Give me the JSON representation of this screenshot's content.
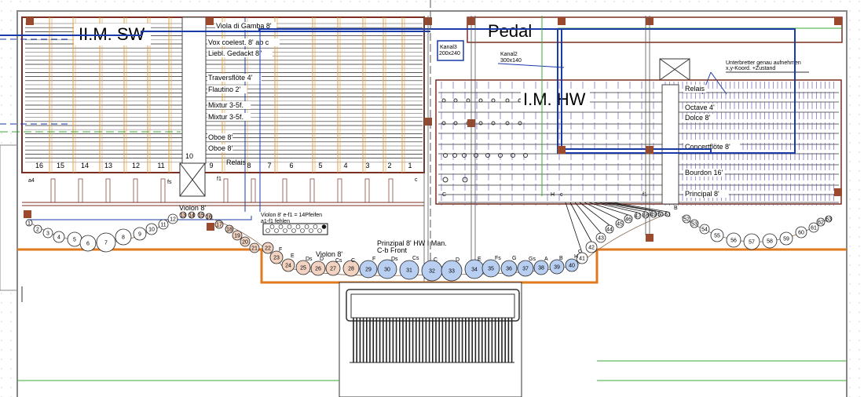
{
  "titles": {
    "swell": "II.M. SW",
    "great": "I.M. HW",
    "pedal": "Pedal"
  },
  "swell_stops": [
    "Viola di Gamba 8'",
    "Vox coelest. 8' ab c",
    "Liebl. Gedackt 8''",
    "Traversflöte 4'",
    "Flautino 2'",
    "Mixtur 3-5f.",
    "Mixtur 3-5f.",
    "Oboe 8'",
    "Oboe 8'"
  ],
  "swell_relais": "Relais",
  "swell_channels": [
    "16",
    "15",
    "14",
    "13",
    "12",
    "11",
    "10",
    "9",
    "8",
    "7",
    "6",
    "5",
    "4",
    "3",
    "2",
    "1"
  ],
  "swell_notes": {
    "a4": "a4",
    "fs": "fs",
    "f1": "f1",
    "c": "c"
  },
  "great_stops": [
    "Relais",
    "Octave 4'",
    "Dolce 8'",
    "Concertflöte 8'",
    "Bourdon 16'",
    "Principal 8'"
  ],
  "great_notes": {
    "C": "C",
    "H": "H",
    "c": "c",
    "f1": "f1"
  },
  "kanal3": {
    "name": "Kanal3",
    "size": "200x240"
  },
  "kanal2": {
    "name": "Kanal2",
    "size": "300x140"
  },
  "note_unterbretter": [
    "Unterbretter genau aufnehmen",
    "x,y-Koord. +Zustand"
  ],
  "violon_labels": [
    "Violon 8'",
    "Violon 8'"
  ],
  "violon_note": [
    "Violon 8' e-f1 = 14Pfeifen",
    "a1-f1 fehlen"
  ],
  "prinzipal_note": [
    "Prinzipal 8' HW I Man.",
    "C-b Front"
  ],
  "front_note_names": [
    "F",
    "E",
    "Ds",
    "D",
    "Cs",
    "C",
    "F",
    "Ds",
    "Cs",
    "C",
    "D",
    "E",
    "Fs",
    "G",
    "Gs",
    "A",
    "B",
    "H",
    "c",
    "B"
  ],
  "pipes": [
    {
      "n": "1",
      "c": "w"
    },
    {
      "n": "2",
      "c": "w"
    },
    {
      "n": "3",
      "c": "w"
    },
    {
      "n": "4",
      "c": "w"
    },
    {
      "n": "5",
      "c": "w"
    },
    {
      "n": "6",
      "c": "w"
    },
    {
      "n": "7",
      "c": "w"
    },
    {
      "n": "8",
      "c": "w"
    },
    {
      "n": "9",
      "c": "w"
    },
    {
      "n": "10",
      "c": "w"
    },
    {
      "n": "11",
      "c": "w"
    },
    {
      "n": "12",
      "c": "w"
    },
    {
      "n": "13",
      "c": "p"
    },
    {
      "n": "14",
      "c": "p"
    },
    {
      "n": "15",
      "c": "p"
    },
    {
      "n": "16",
      "c": "p"
    },
    {
      "n": "17",
      "c": "p"
    },
    {
      "n": "18",
      "c": "p"
    },
    {
      "n": "19",
      "c": "p"
    },
    {
      "n": "20",
      "c": "p"
    },
    {
      "n": "21",
      "c": "p"
    },
    {
      "n": "22",
      "c": "p"
    },
    {
      "n": "23",
      "c": "p"
    },
    {
      "n": "24",
      "c": "p"
    },
    {
      "n": "25",
      "c": "p"
    },
    {
      "n": "26",
      "c": "p"
    },
    {
      "n": "27",
      "c": "p"
    },
    {
      "n": "28",
      "c": "p"
    },
    {
      "n": "29",
      "c": "b"
    },
    {
      "n": "30",
      "c": "b"
    },
    {
      "n": "31",
      "c": "b"
    },
    {
      "n": "32",
      "c": "b"
    },
    {
      "n": "33",
      "c": "b"
    },
    {
      "n": "34",
      "c": "b"
    },
    {
      "n": "35",
      "c": "b"
    },
    {
      "n": "36",
      "c": "b"
    },
    {
      "n": "37",
      "c": "b"
    },
    {
      "n": "38",
      "c": "b"
    },
    {
      "n": "39",
      "c": "b"
    },
    {
      "n": "40",
      "c": "b"
    },
    {
      "n": "41",
      "c": "w"
    },
    {
      "n": "42",
      "c": "w"
    },
    {
      "n": "43",
      "c": "w"
    },
    {
      "n": "44",
      "c": "w"
    },
    {
      "n": "45",
      "c": "w"
    },
    {
      "n": "46",
      "c": "w"
    },
    {
      "n": "47",
      "c": "w"
    },
    {
      "n": "48",
      "c": "w"
    },
    {
      "n": "49",
      "c": "w"
    },
    {
      "n": "50",
      "c": "w"
    },
    {
      "n": "51",
      "c": "w"
    },
    {
      "n": "52",
      "c": "w"
    },
    {
      "n": "53",
      "c": "w"
    },
    {
      "n": "54",
      "c": "w"
    },
    {
      "n": "55",
      "c": "w"
    },
    {
      "n": "56",
      "c": "w"
    },
    {
      "n": "57",
      "c": "w"
    },
    {
      "n": "58",
      "c": "w"
    },
    {
      "n": "59",
      "c": "w"
    },
    {
      "n": "60",
      "c": "w"
    },
    {
      "n": "61",
      "c": "w"
    },
    {
      "n": "62",
      "c": "w"
    },
    {
      "n": "63",
      "c": "w"
    }
  ],
  "colors": {
    "white_pipe": "#ffffff",
    "violon_pipe": "#f2d3c2",
    "prinzipal_pipe": "#b9cff2",
    "case_line": "#e07a1e",
    "pillar": "#9c4a2e",
    "channel": "#1a3aa8",
    "frame": "#7a2e22",
    "grid_orange": "#e0a040",
    "pipe_blue": "#5a4ab0"
  }
}
